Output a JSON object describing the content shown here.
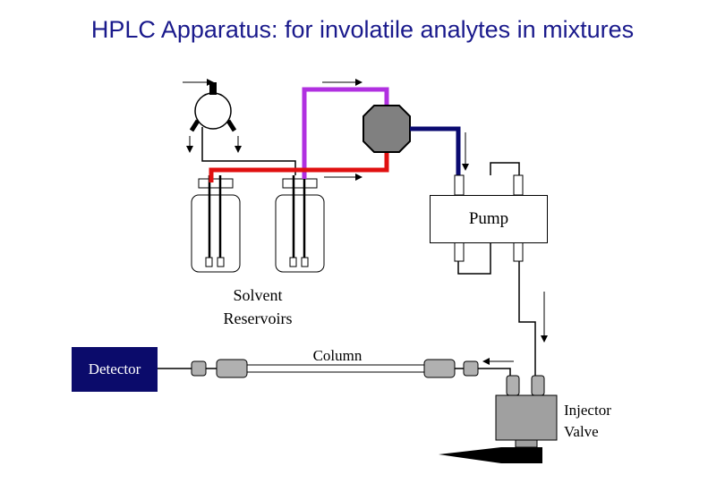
{
  "title": "HPLC Apparatus:  for involatile analytes in mixtures",
  "labels": {
    "pump": "Pump",
    "solvent": [
      "Solvent",
      "Reservoirs"
    ],
    "column": "Column",
    "detector": "Detector",
    "injector": [
      "Injector",
      "Valve"
    ]
  },
  "colors": {
    "title": "#1a1a8c",
    "detector_fill": "#0b0b6b",
    "purple_line": "#b030e0",
    "red_line": "#e01010",
    "navy_line": "#0a0a70",
    "valve_fill": "#808080",
    "injector_fill": "#a0a0a0"
  }
}
